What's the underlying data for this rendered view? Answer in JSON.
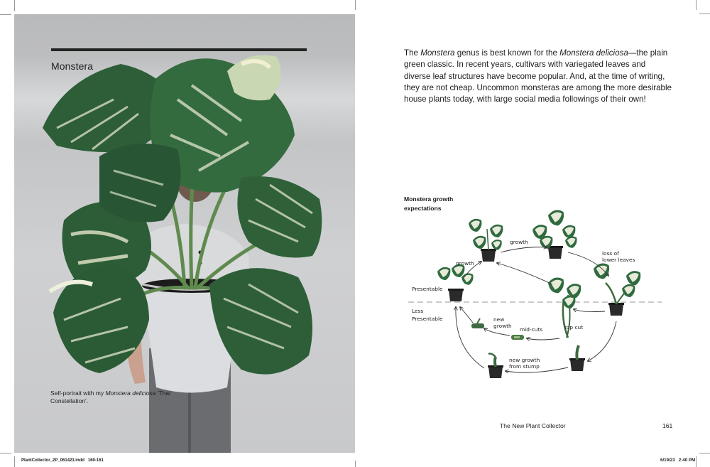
{
  "left_page": {
    "section_title": "Monstera",
    "caption": {
      "prefix": "Self-portrait with my ",
      "italic": "Monstera deliciosa",
      "suffix": " 'Thai Constellation'."
    },
    "photo_description": "Person holding a large variegated Monstera deliciosa 'Thai Constellation' in a white pot against a grey wall"
  },
  "right_page": {
    "body": {
      "p1": "The ",
      "p2_italic": "Monstera",
      "p3": " genus is best known for the ",
      "p4_italic": "Monstera deliciosa",
      "p5": "—the plain green classic. In recent years, cultivars with variegated leaves and diverse leaf structures have become popular. And, at the time of writing, they are not cheap. Uncommon monsteras are among the more desirable house plants today, with large social media followings of their own!"
    },
    "diagram": {
      "title": "Monstera growth expectations",
      "zones": [
        "Presentable",
        "Less Presentable"
      ],
      "labels": {
        "growth_1": "growth",
        "growth_2": "growth",
        "loss": [
          "loss of",
          "lower leaves"
        ],
        "top_cut": "top cut",
        "mid_cuts": "mid-cuts",
        "new_growth": [
          "new",
          "growth"
        ],
        "new_growth_stump": [
          "new growth",
          "from stump"
        ]
      },
      "colors": {
        "leaf_dark": "#2f6b3f",
        "leaf_light": "#e8ead9",
        "pot": "#2a2a2a",
        "dashed_line": "#b9b9b9",
        "arrow": "#333333"
      }
    },
    "footer": {
      "book_title": "The New Plant Collector",
      "page_number": "161"
    }
  },
  "slug": {
    "file": "PlantCollector_2P_061423.indd   160-161",
    "datetime": "6/19/23   2:40 PM"
  }
}
